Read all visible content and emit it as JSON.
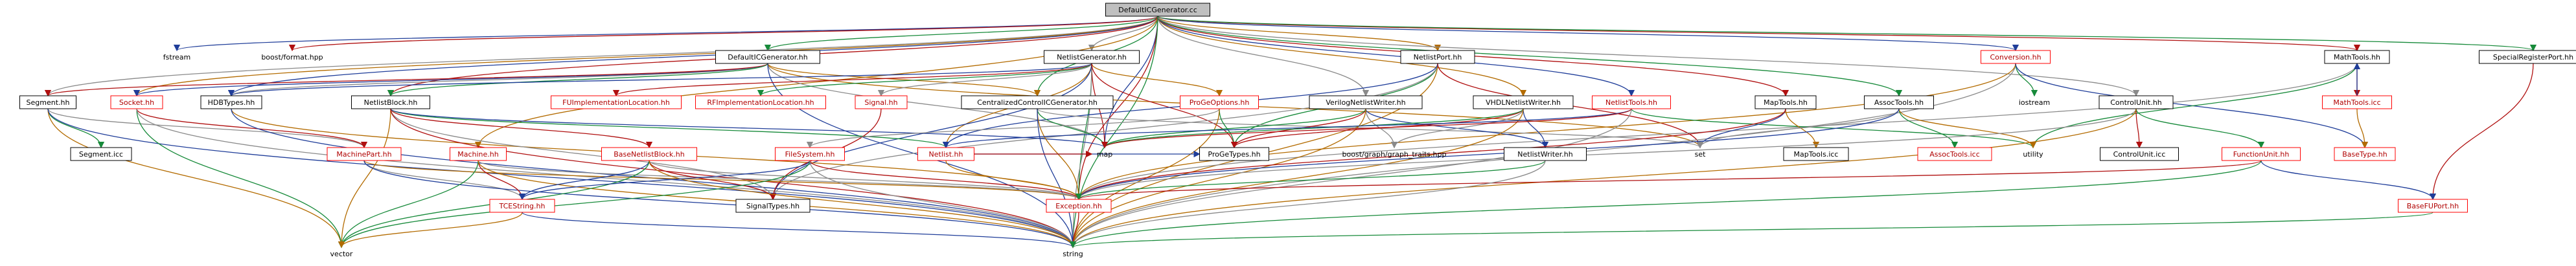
{
  "graph": {
    "colors": {
      "root_fill": "#bfbfbf",
      "node_fill": "#ffffff",
      "node_border": "#000000",
      "missing_border": "#ff0000",
      "text": "#000000",
      "missing_text": "#b00000",
      "edge_palette": [
        "#1f3d99",
        "#b01010",
        "#178a3a",
        "#8a8a8a",
        "#b36b00"
      ]
    },
    "nodes": [
      {
        "id": "root",
        "label": "DefaultICGenerator.cc",
        "kind": "root"
      },
      {
        "id": "fstream",
        "label": "fstream",
        "kind": "plain"
      },
      {
        "id": "boost_format",
        "label": "boost/format.hpp",
        "kind": "plain"
      },
      {
        "id": "defaulticgen_hh",
        "label": "DefaultICGenerator.hh",
        "kind": "normal"
      },
      {
        "id": "netlistgen_hh",
        "label": "NetlistGenerator.hh",
        "kind": "normal"
      },
      {
        "id": "netlistport_hh",
        "label": "NetlistPort.hh",
        "kind": "normal"
      },
      {
        "id": "conversion_hh",
        "label": "Conversion.hh",
        "kind": "missing"
      },
      {
        "id": "mathtools_hh",
        "label": "MathTools.hh",
        "kind": "normal"
      },
      {
        "id": "specialreg_hh",
        "label": "SpecialRegisterPort.hh",
        "kind": "normal"
      },
      {
        "id": "segment_hh",
        "label": "Segment.hh",
        "kind": "normal"
      },
      {
        "id": "socket_hh",
        "label": "Socket.hh",
        "kind": "missing"
      },
      {
        "id": "hdbtypes_hh",
        "label": "HDBTypes.hh",
        "kind": "normal"
      },
      {
        "id": "netlistblock_hh",
        "label": "NetlistBlock.hh",
        "kind": "normal"
      },
      {
        "id": "fuimpl_hh",
        "label": "FUImplementationLocation.hh",
        "kind": "missing"
      },
      {
        "id": "rfimpl_hh",
        "label": "RFImplementationLocation.hh",
        "kind": "missing"
      },
      {
        "id": "signal_hh",
        "label": "Signal.hh",
        "kind": "missing"
      },
      {
        "id": "centralizedcc_hh",
        "label": "CentralizedControlICGenerator.hh",
        "kind": "normal"
      },
      {
        "id": "progeoptions_hh",
        "label": "ProGeOptions.hh",
        "kind": "missing"
      },
      {
        "id": "veriloggen_hh",
        "label": "VerilogNetlistWriter.hh",
        "kind": "normal"
      },
      {
        "id": "vhdlgen_hh",
        "label": "VHDLNetlistWriter.hh",
        "kind": "normal"
      },
      {
        "id": "netlisttools_hh",
        "label": "NetlistTools.hh",
        "kind": "missing"
      },
      {
        "id": "maptools_hh",
        "label": "MapTools.hh",
        "kind": "normal"
      },
      {
        "id": "assoctools_hh",
        "label": "AssocTools.hh",
        "kind": "normal"
      },
      {
        "id": "iostream",
        "label": "iostream",
        "kind": "plain"
      },
      {
        "id": "controlunit_hh",
        "label": "ControlUnit.hh",
        "kind": "normal"
      },
      {
        "id": "mathtools_icc",
        "label": "MathTools.icc",
        "kind": "missing"
      },
      {
        "id": "segment_icc",
        "label": "Segment.icc",
        "kind": "normal"
      },
      {
        "id": "machinepart_hh",
        "label": "MachinePart.hh",
        "kind": "missing"
      },
      {
        "id": "machine_hh",
        "label": "Machine.hh",
        "kind": "missing"
      },
      {
        "id": "basenetlistblock_hh",
        "label": "BaseNetlistBlock.hh",
        "kind": "missing"
      },
      {
        "id": "filesystem_hh",
        "label": "FileSystem.hh",
        "kind": "missing"
      },
      {
        "id": "netlist_hh",
        "label": "Netlist.hh",
        "kind": "missing"
      },
      {
        "id": "map",
        "label": "map",
        "kind": "plain"
      },
      {
        "id": "progetypes_hh",
        "label": "ProGeTypes.hh",
        "kind": "normal"
      },
      {
        "id": "boost_graph",
        "label": "boost/graph/graph_traits.hpp",
        "kind": "plain"
      },
      {
        "id": "netlistwriter_hh",
        "label": "NetlistWriter.hh",
        "kind": "normal"
      },
      {
        "id": "set",
        "label": "set",
        "kind": "plain"
      },
      {
        "id": "maptools_icc",
        "label": "MapTools.icc",
        "kind": "normal"
      },
      {
        "id": "assoctools_icc",
        "label": "AssocTools.icc",
        "kind": "missing"
      },
      {
        "id": "utility",
        "label": "utility",
        "kind": "plain"
      },
      {
        "id": "controlunit_icc",
        "label": "ControlUnit.icc",
        "kind": "normal"
      },
      {
        "id": "functionunit_hh",
        "label": "FunctionUnit.hh",
        "kind": "missing"
      },
      {
        "id": "basetype_hh",
        "label": "BaseType.hh",
        "kind": "missing"
      },
      {
        "id": "tcestring_hh",
        "label": "TCEString.hh",
        "kind": "missing"
      },
      {
        "id": "signaltypes_hh",
        "label": "SignalTypes.hh",
        "kind": "normal"
      },
      {
        "id": "exception_hh",
        "label": "Exception.hh",
        "kind": "missing"
      },
      {
        "id": "basefuport_hh",
        "label": "BaseFUPort.hh",
        "kind": "missing"
      },
      {
        "id": "vector",
        "label": "vector",
        "kind": "plain"
      },
      {
        "id": "string",
        "label": "string",
        "kind": "plain"
      }
    ],
    "edges": [
      [
        "root",
        "fstream"
      ],
      [
        "root",
        "boost_format"
      ],
      [
        "root",
        "defaulticgen_hh"
      ],
      [
        "root",
        "netlistgen_hh"
      ],
      [
        "root",
        "netlistport_hh"
      ],
      [
        "root",
        "conversion_hh"
      ],
      [
        "root",
        "mathtools_hh"
      ],
      [
        "root",
        "specialreg_hh"
      ],
      [
        "root",
        "segment_hh"
      ],
      [
        "root",
        "socket_hh"
      ],
      [
        "root",
        "hdbtypes_hh"
      ],
      [
        "root",
        "netlistblock_hh"
      ],
      [
        "root",
        "centralizedcc_hh"
      ],
      [
        "root",
        "veriloggen_hh"
      ],
      [
        "root",
        "vhdlgen_hh"
      ],
      [
        "root",
        "netlisttools_hh"
      ],
      [
        "root",
        "maptools_hh"
      ],
      [
        "root",
        "assoctools_hh"
      ],
      [
        "root",
        "controlunit_hh"
      ],
      [
        "root",
        "machine_hh"
      ],
      [
        "root",
        "map"
      ],
      [
        "root",
        "exception_hh"
      ],
      [
        "root",
        "string"
      ],
      [
        "defaulticgen_hh",
        "hdbtypes_hh"
      ],
      [
        "defaulticgen_hh",
        "centralizedcc_hh"
      ],
      [
        "defaulticgen_hh",
        "socket_hh"
      ],
      [
        "defaulticgen_hh",
        "segment_hh"
      ],
      [
        "defaulticgen_hh",
        "netlistblock_hh"
      ],
      [
        "defaulticgen_hh",
        "map"
      ],
      [
        "defaulticgen_hh",
        "set"
      ],
      [
        "defaulticgen_hh",
        "string"
      ],
      [
        "netlistgen_hh",
        "fuimpl_hh"
      ],
      [
        "netlistgen_hh",
        "rfimpl_hh"
      ],
      [
        "netlistgen_hh",
        "signal_hh"
      ],
      [
        "netlistgen_hh",
        "progeoptions_hh"
      ],
      [
        "netlistgen_hh",
        "hdbtypes_hh"
      ],
      [
        "netlistgen_hh",
        "map"
      ],
      [
        "netlistgen_hh",
        "exception_hh"
      ],
      [
        "netlistgen_hh",
        "string"
      ],
      [
        "netlistgen_hh",
        "netlist_hh"
      ],
      [
        "netlistgen_hh",
        "signaltypes_hh"
      ],
      [
        "netlistgen_hh",
        "progetypes_hh"
      ],
      [
        "netlistport_hh",
        "progetypes_hh"
      ],
      [
        "netlistport_hh",
        "signaltypes_hh"
      ],
      [
        "netlistport_hh",
        "string"
      ],
      [
        "netlistport_hh",
        "netlist_hh"
      ],
      [
        "netlistport_hh",
        "set"
      ],
      [
        "conversion_hh",
        "iostream"
      ],
      [
        "conversion_hh",
        "string"
      ],
      [
        "conversion_hh",
        "exception_hh"
      ],
      [
        "conversion_hh",
        "basetype_hh"
      ],
      [
        "mathtools_hh",
        "mathtools_icc"
      ],
      [
        "mathtools_hh",
        "utility"
      ],
      [
        "mathtools_hh",
        "exception_hh"
      ],
      [
        "mathtools_icc",
        "basetype_hh"
      ],
      [
        "mathtools_icc",
        "mathtools_hh"
      ],
      [
        "specialreg_hh",
        "basefuport_hh"
      ],
      [
        "segment_hh",
        "segment_icc"
      ],
      [
        "segment_hh",
        "machinepart_hh"
      ],
      [
        "segment_hh",
        "vector"
      ],
      [
        "segment_hh",
        "string"
      ],
      [
        "socket_hh",
        "machinepart_hh"
      ],
      [
        "socket_hh",
        "vector"
      ],
      [
        "socket_hh",
        "string"
      ],
      [
        "hdbtypes_hh",
        "exception_hh"
      ],
      [
        "hdbtypes_hh",
        "string"
      ],
      [
        "netlistblock_hh",
        "basenetlistblock_hh"
      ],
      [
        "netlistblock_hh",
        "netlist_hh"
      ],
      [
        "netlistblock_hh",
        "signaltypes_hh"
      ],
      [
        "netlistblock_hh",
        "vector"
      ],
      [
        "netlistblock_hh",
        "map"
      ],
      [
        "netlistblock_hh",
        "string"
      ],
      [
        "centralizedcc_hh",
        "map"
      ],
      [
        "centralizedcc_hh",
        "set"
      ],
      [
        "centralizedcc_hh",
        "exception_hh"
      ],
      [
        "centralizedcc_hh",
        "string"
      ],
      [
        "signal_hh",
        "signaltypes_hh"
      ],
      [
        "progeoptions_hh",
        "progetypes_hh"
      ],
      [
        "progeoptions_hh",
        "filesystem_hh"
      ],
      [
        "progeoptions_hh",
        "string"
      ],
      [
        "veriloggen_hh",
        "netlistwriter_hh"
      ],
      [
        "veriloggen_hh",
        "progetypes_hh"
      ],
      [
        "veriloggen_hh",
        "map"
      ],
      [
        "veriloggen_hh",
        "boost_graph"
      ],
      [
        "veriloggen_hh",
        "string"
      ],
      [
        "vhdlgen_hh",
        "netlistwriter_hh"
      ],
      [
        "vhdlgen_hh",
        "progetypes_hh"
      ],
      [
        "vhdlgen_hh",
        "map"
      ],
      [
        "vhdlgen_hh",
        "boost_graph"
      ],
      [
        "vhdlgen_hh",
        "string"
      ],
      [
        "netlisttools_hh",
        "netlist_hh"
      ],
      [
        "netlisttools_hh",
        "map"
      ],
      [
        "netlisttools_hh",
        "utility"
      ],
      [
        "netlisttools_hh",
        "string"
      ],
      [
        "maptools_hh",
        "maptools_icc"
      ],
      [
        "maptools_hh",
        "set"
      ],
      [
        "maptools_hh",
        "exception_hh"
      ],
      [
        "assoctools_hh",
        "assoctools_icc"
      ],
      [
        "assoctools_hh",
        "set"
      ],
      [
        "assoctools_hh",
        "utility"
      ],
      [
        "assoctools_hh",
        "exception_hh"
      ],
      [
        "controlunit_hh",
        "controlunit_icc"
      ],
      [
        "controlunit_hh",
        "functionunit_hh"
      ],
      [
        "controlunit_hh",
        "exception_hh"
      ],
      [
        "controlunit_hh",
        "string"
      ],
      [
        "functionunit_hh",
        "basefuport_hh"
      ],
      [
        "functionunit_hh",
        "exception_hh"
      ],
      [
        "functionunit_hh",
        "string"
      ],
      [
        "machinepart_hh",
        "tcestring_hh"
      ],
      [
        "machinepart_hh",
        "exception_hh"
      ],
      [
        "machinepart_hh",
        "string"
      ],
      [
        "machine_hh",
        "tcestring_hh"
      ],
      [
        "machine_hh",
        "vector"
      ],
      [
        "machine_hh",
        "exception_hh"
      ],
      [
        "machine_hh",
        "string"
      ],
      [
        "basenetlistblock_hh",
        "tcestring_hh"
      ],
      [
        "basenetlistblock_hh",
        "signaltypes_hh"
      ],
      [
        "basenetlistblock_hh",
        "vector"
      ],
      [
        "basenetlistblock_hh",
        "exception_hh"
      ],
      [
        "basenetlistblock_hh",
        "string"
      ],
      [
        "filesystem_hh",
        "tcestring_hh"
      ],
      [
        "filesystem_hh",
        "exception_hh"
      ],
      [
        "filesystem_hh",
        "vector"
      ],
      [
        "filesystem_hh",
        "string"
      ],
      [
        "netlist_hh",
        "exception_hh"
      ],
      [
        "netlist_hh",
        "progetypes_hh"
      ],
      [
        "netlist_hh",
        "map"
      ],
      [
        "netlistwriter_hh",
        "exception_hh"
      ],
      [
        "netlistwriter_hh",
        "string"
      ],
      [
        "tcestring_hh",
        "vector"
      ],
      [
        "tcestring_hh",
        "string"
      ],
      [
        "exception_hh",
        "string"
      ],
      [
        "basefuport_hh",
        "string"
      ]
    ]
  }
}
